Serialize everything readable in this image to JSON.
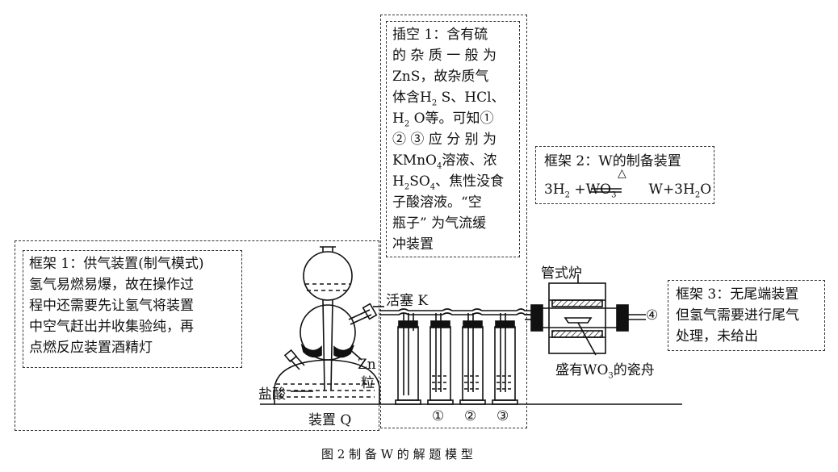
{
  "frame1": {
    "lines": [
      "框架 1：供气装置(制气模式)",
      "氢气易燃易爆，故在操作过",
      "程中还需要先让氢气将装置",
      "中空气赶出并收集验纯，再",
      "点燃反应装置酒精灯"
    ]
  },
  "insert": {
    "l1": "插空  1：含有硫",
    "l2": "的 杂 质 一 般 为",
    "l3": "ZnS，故杂质气",
    "l4a": "体含H",
    "l4b": "2",
    "l4c": " S、HCl、",
    "l5a": "H",
    "l5b": "2",
    "l5c": " O等。可知①",
    "l6": "② ③ 应 分 别 为",
    "l7a": "KMnO",
    "l7b": "4",
    "l7c": "溶液、浓",
    "l8a": "H",
    "l8b": "2",
    "l8c": "SO",
    "l8d": "4",
    "l8e": "、焦性没食",
    "l9": "子酸溶液。“空",
    "l10": "瓶子” 为气流缓",
    "l11": "冲装置"
  },
  "frame2": {
    "title": "框架 2：W的制备装置",
    "condition": "△",
    "eq_a": "3H",
    "eq_b": "2",
    "eq_c": " +WO",
    "eq_d": "3",
    "eq_e": "W+3H",
    "eq_f": "2",
    "eq_g": "O"
  },
  "frame3": {
    "lines": [
      "框架 3：无尾端装置",
      "但氢气需要进行尾气",
      "处理，未给出"
    ]
  },
  "labels": {
    "valve": "活塞 K",
    "zn_a": "Zn",
    "zn_b": "粒",
    "hcl": "盐酸",
    "device_q": "装置 Q",
    "furnace": "管式炉",
    "boat_a": "盛有WO",
    "boat_b": "3",
    "boat_c": "的瓷舟",
    "b1": "①",
    "b2": "②",
    "b3": "③",
    "b4": "④"
  },
  "caption": "图 2   制 备 W 的 解 题 模 型"
}
